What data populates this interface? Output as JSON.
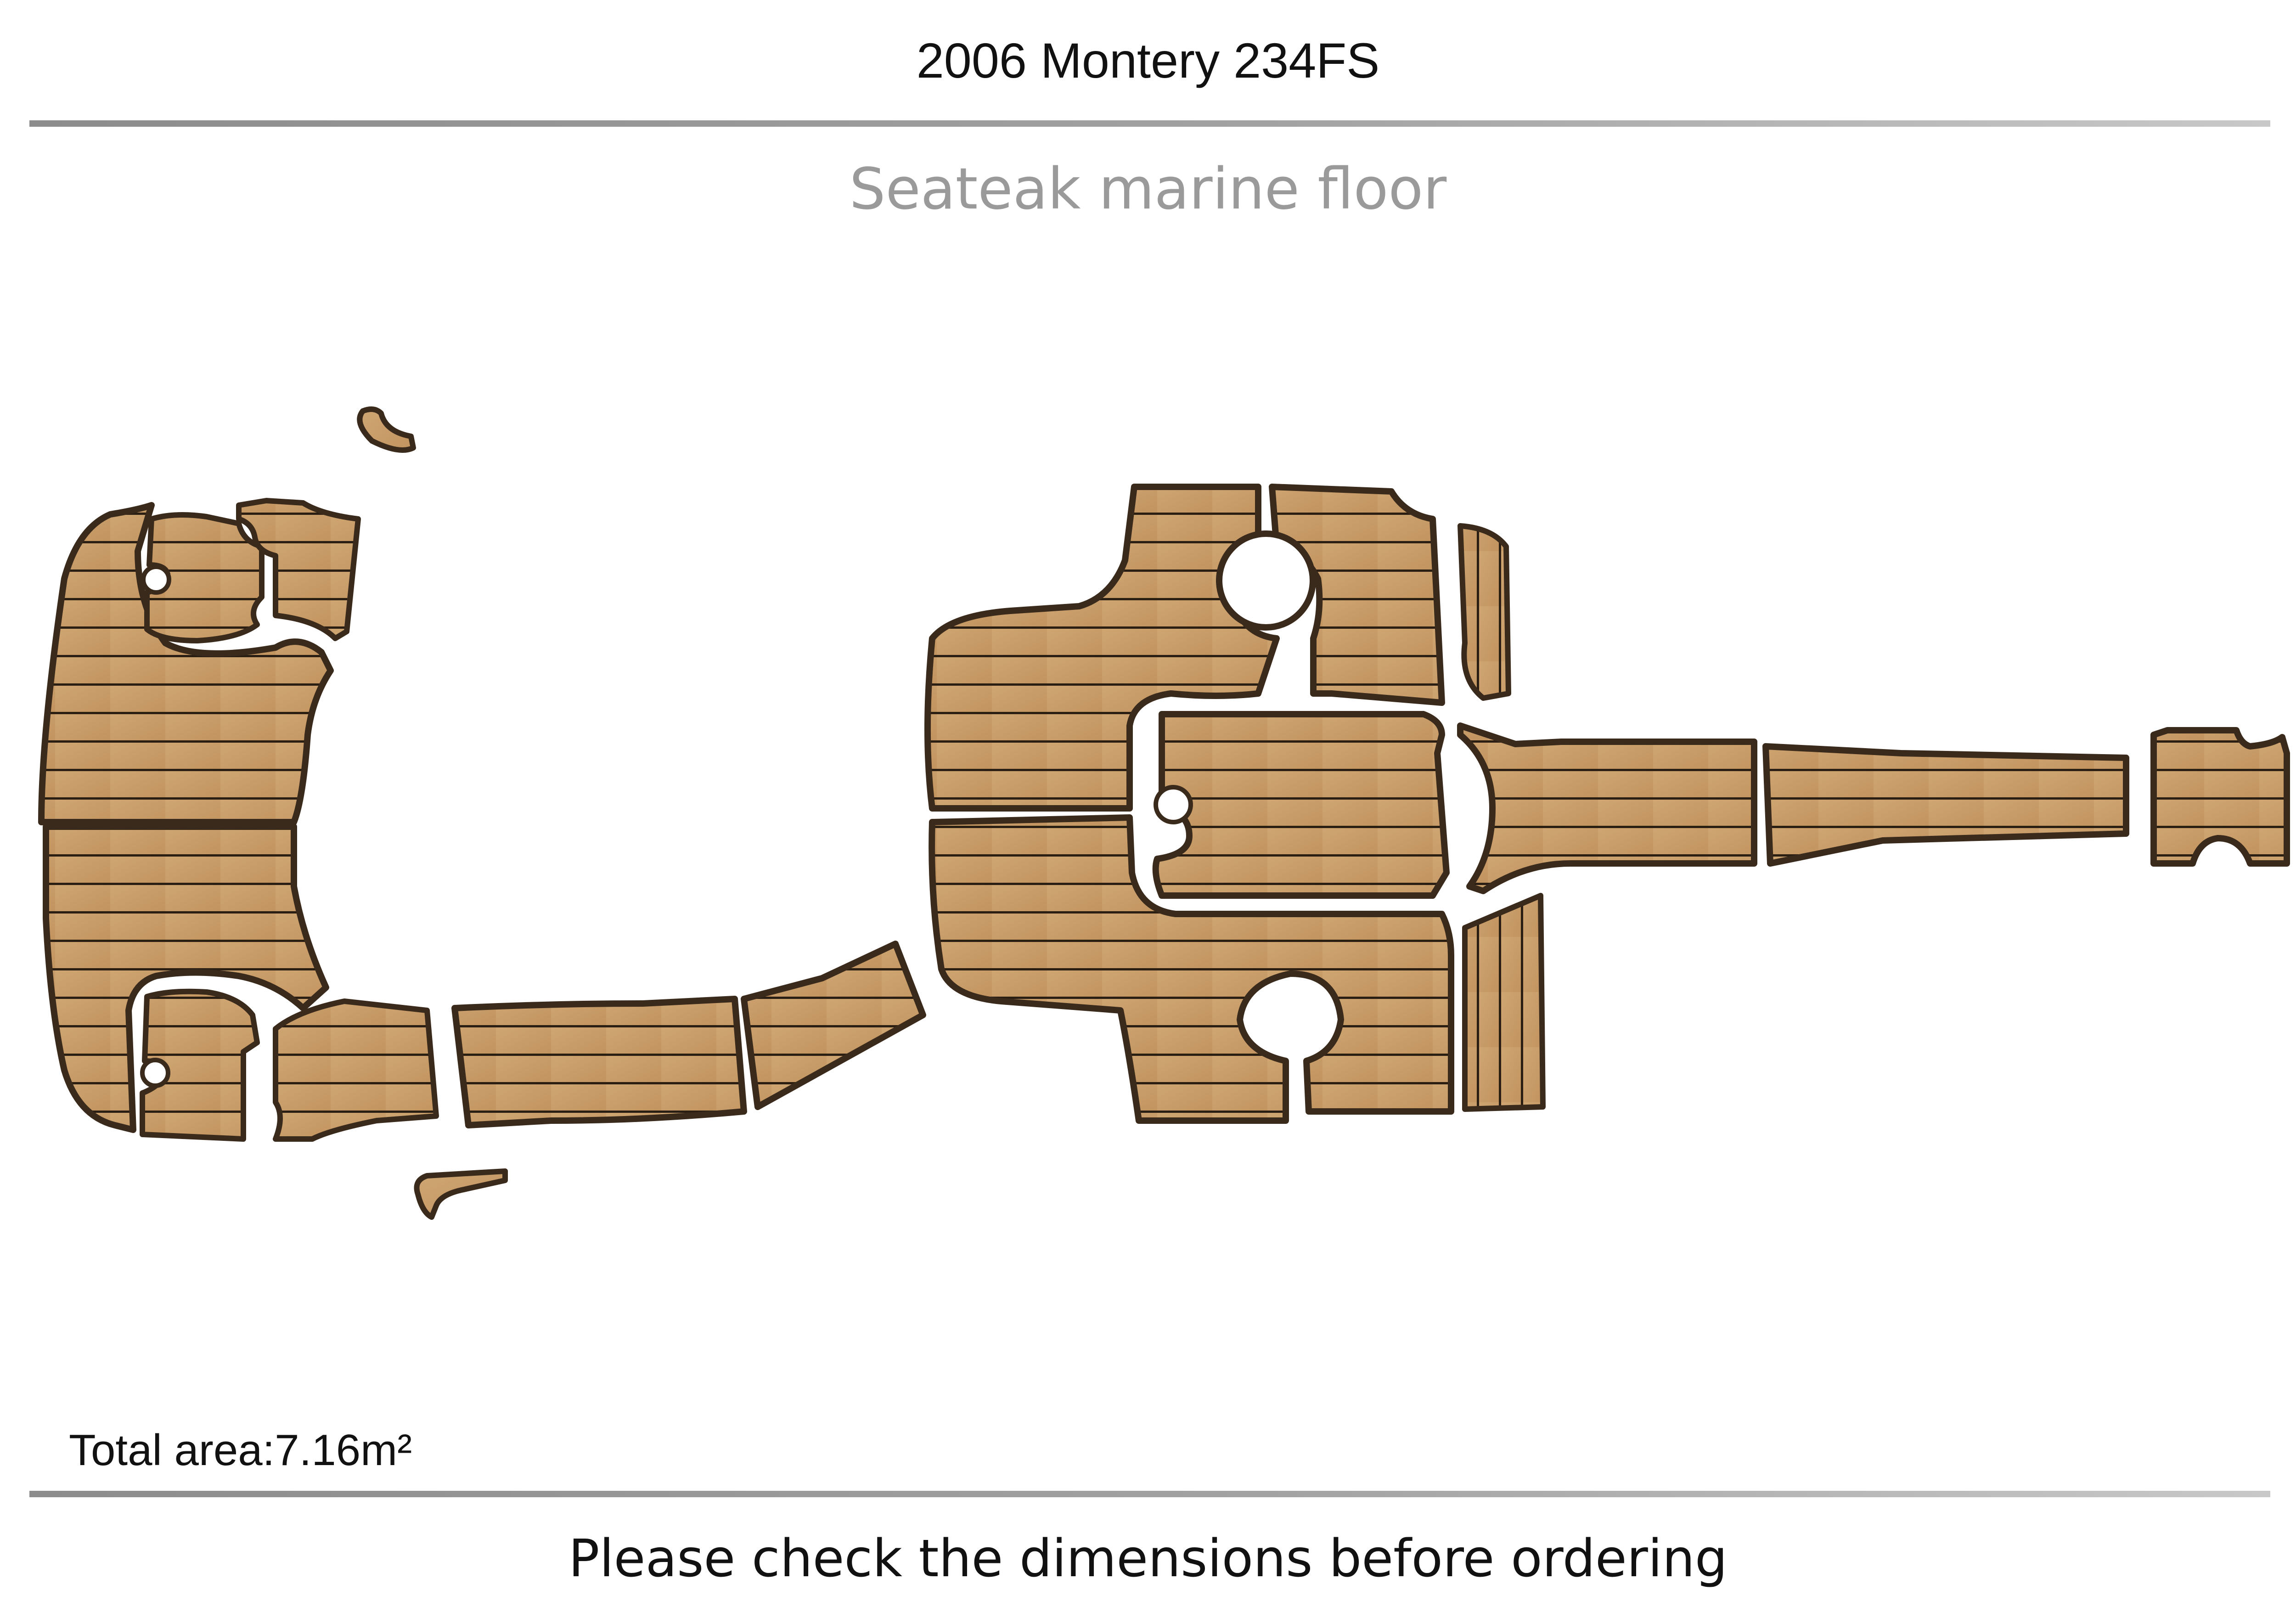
{
  "header": {
    "title": "2006 Montery 234FS"
  },
  "subtitle": "Seateak marine floor",
  "footer": {
    "total_area": "Total area:7.16m²",
    "note": "Please check the dimensions before ordering"
  },
  "colors": {
    "teak": "#c69a66",
    "teak_light": "#cfa673",
    "border_dark": "#3a2a1c",
    "groove": "#2b1f14",
    "inset": "#e2c7a2",
    "title_text": "#111111",
    "subtitle_text": "#9a9a9a"
  }
}
